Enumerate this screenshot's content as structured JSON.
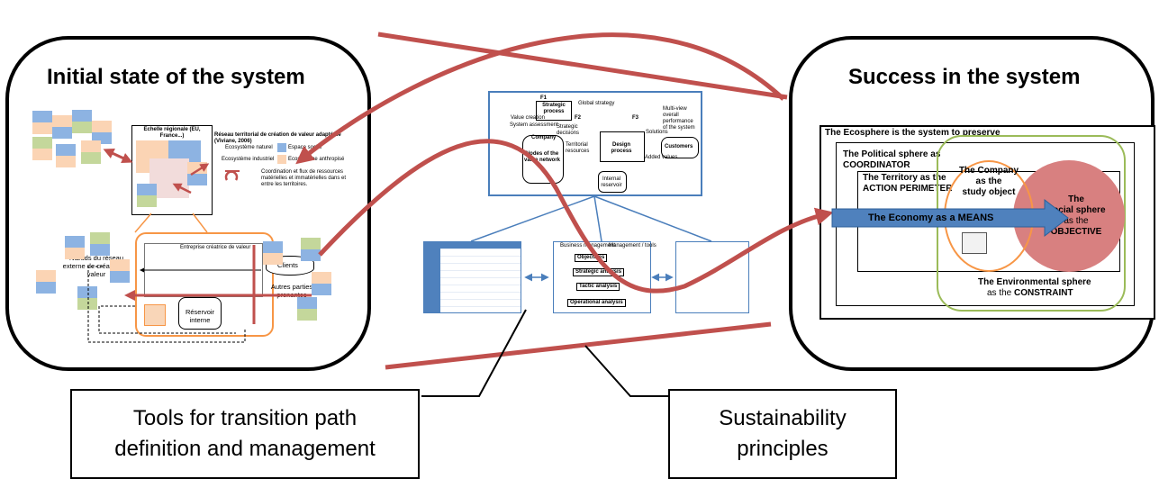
{
  "left_panel": {
    "title": "Initial state of the system",
    "region_title": "Echelle régionale (EU, France...)",
    "legend": {
      "header": "Réseau territorial de création de valeur adapté de (Viviane, 2006)",
      "natural": "Ecosystème naturel",
      "social": "Espace social",
      "industrial": "Ecosystème industriel",
      "anthropized": "Ecosystème anthropisé",
      "flows": "Coordination et flux de ressources matérielles et immatérielles dans et entre les territoires."
    },
    "nodes_label": "Nœuds du réseau externe de création de valeur",
    "clients": "Clients",
    "stakeholders": "Autres parties prenantes",
    "reservoir": "Réservoir interne",
    "enterprise_header": "Entreprise créatrice de valeur"
  },
  "center": {
    "design_labels": {
      "f1": "F1",
      "strategic_process": "Strategic process",
      "value_creation": "Value creation",
      "system_assessment": "System assessment",
      "global_strategy": "Global strategy",
      "strategic_decisions": "Strategic decisions",
      "f2": "F2",
      "f3": "F3",
      "territorial_resources": "Territorial resources",
      "design_process": "Design process",
      "nodes_value_network": "Nodes of the value network",
      "company": "Company",
      "solutions": "Solutions",
      "multi_view": "Multi-view overall performance of the system",
      "added_values": "Added values",
      "customers": "Customers",
      "internal_reservoir": "Internal reservoir"
    },
    "tool_labels": {
      "business_management": "Business management",
      "management_tools": "Management / tools",
      "objectives": "Objectives",
      "strategic_analysis": "Strategic analysis",
      "tactic_analysis": "Tactic analysis",
      "operational_analysis": "Operational analysis"
    }
  },
  "right_panel": {
    "title": "Success in the system",
    "ecosphere": "The Ecosphere is the system to preserve",
    "political_1": "The Political sphere as",
    "political_2": "COORDINATOR",
    "territory_1": "The Territory as the",
    "territory_2": "ACTION PERIMETER",
    "company_1": "The Company",
    "company_2": "as the",
    "company_3": "study object",
    "social_1": "The",
    "social_2": "Social sphere",
    "social_3": "as the",
    "social_4": "OBJECTIVE",
    "economy_prefix": "The Economy as a",
    "economy_word": "MEANS",
    "env_1": "The Environmental sphere",
    "env_2a": "as the",
    "env_2b": "CONSTRAINT"
  },
  "callouts": {
    "tools_line1": "Tools for transition path",
    "tools_line2": "definition and management",
    "sustain_line1": "Sustainability",
    "sustain_line2": "principles"
  },
  "colors": {
    "arrow_red": "#c0504d",
    "blue_line": "#4a7ebb",
    "economy_arrow": "#4f81bd",
    "social_circle": "#d88080",
    "company_circle": "#f79646",
    "env_green": "#9bbb59"
  }
}
